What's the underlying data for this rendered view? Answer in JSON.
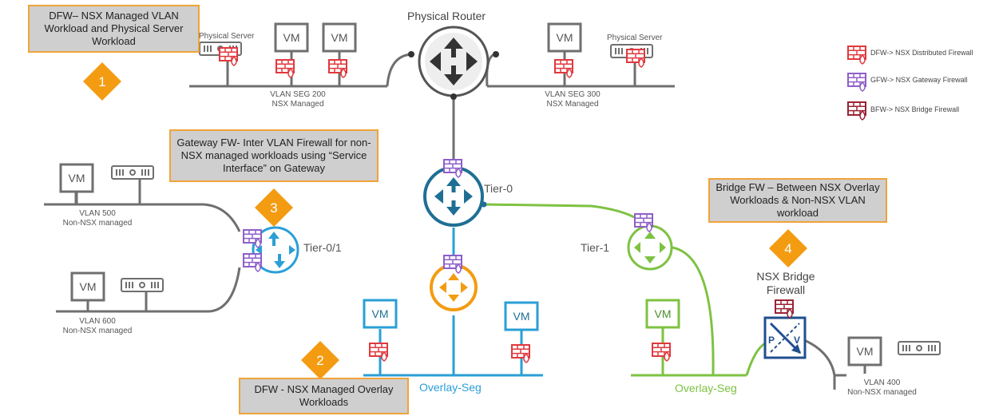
{
  "callouts": {
    "c1": "DFW– NSX Managed VLAN Workload and Physical Server Workload",
    "c3": "Gateway FW- Inter VLAN Firewall for non-NSX managed workloads using “Service Interface” on Gateway",
    "c4": "Bridge FW – Between NSX Overlay Workloads & Non-NSX VLAN workload",
    "c2": "DFW - NSX Managed Overlay Workloads"
  },
  "badges": {
    "b1": "1",
    "b2": "2",
    "b3": "3",
    "b4": "4"
  },
  "labels": {
    "physical_router": "Physical Router",
    "physical_server_left": "Physical Server",
    "physical_server_right": "Physical Server",
    "vlan200": "VLAN SEG 200",
    "vlan200_sub": "NSX Managed",
    "vlan300": "VLAN SEG 300",
    "vlan300_sub": "NSX Managed",
    "vlan500": "VLAN 500",
    "vlan500_sub": "Non-NSX managed",
    "vlan600": "VLAN 600",
    "vlan600_sub": "Non-NSX managed",
    "vlan400": "VLAN 400",
    "vlan400_sub": "Non-NSX managed",
    "tier0": "Tier-0",
    "tier01": "Tier-0/1",
    "tier1": "Tier-1",
    "overlay_seg_blue": "Overlay-Seg",
    "overlay_seg_green": "Overlay-Seg",
    "bridge_fw_line1": "NSX Bridge",
    "bridge_fw_line2": "Firewall",
    "vm": "VM",
    "bridge_p": "P",
    "bridge_v": "V"
  },
  "legend": {
    "dfw": "DFW-> NSX Distributed Firewall",
    "gfw": "GFW-> NSX Gateway Firewall",
    "bfw": "BFW-> NSX Bridge Firewall"
  },
  "colors": {
    "dfw": "#e0393e",
    "gfw": "#8e5fc9",
    "bfw": "#9b2335",
    "overlay_blue": "#2a9fd6",
    "overlay_green": "#7ec242",
    "callout_border": "#f0a33a",
    "badge": "#f39c12",
    "wire": "#6f6f6f"
  }
}
